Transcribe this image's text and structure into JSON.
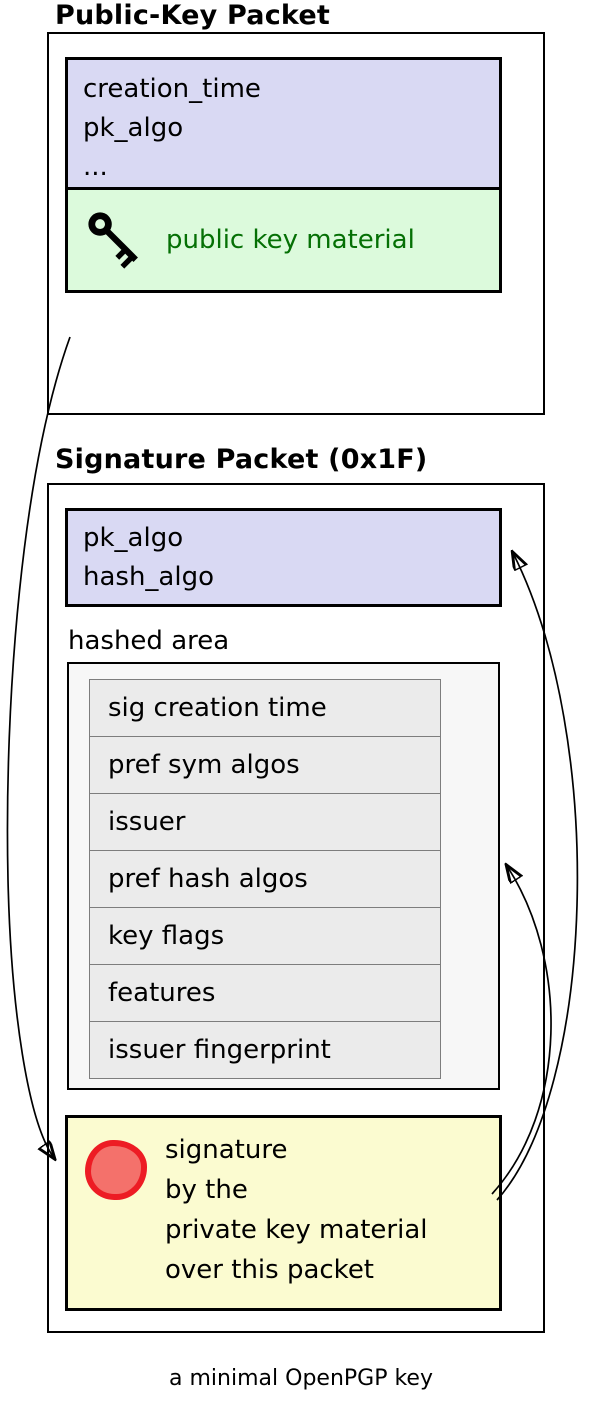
{
  "titles": {
    "public_key_packet": "Public-Key Packet",
    "signature_packet": "Signature Packet (0x1F)"
  },
  "public_key_packet": {
    "header_fields": [
      "creation_time",
      "pk_algo",
      "..."
    ],
    "key_material_label": "public key material"
  },
  "signature_packet": {
    "header_fields": [
      "pk_algo",
      "hash_algo"
    ],
    "hashed_area": {
      "label": "hashed area",
      "rows": [
        "sig creation time",
        "pref sym algos",
        "issuer",
        "pref hash algos",
        "key flags",
        "features",
        "issuer fingerprint"
      ]
    },
    "signature_text": [
      "signature",
      "by the",
      "private key material",
      "over this packet"
    ]
  },
  "caption": "a minimal OpenPGP key",
  "icons": {
    "key": "key-icon",
    "seal": "seal-icon"
  },
  "colors": {
    "header_fill": "#d9d9f3",
    "key_material_fill": "#dcfadc",
    "key_material_text": "#057005",
    "hashed_area_fill": "#f7f7f7",
    "row_fill": "#ebebeb",
    "signature_fill": "#fbfbd0",
    "seal_fill": "#f4716b",
    "seal_stroke": "#ed1c24"
  }
}
